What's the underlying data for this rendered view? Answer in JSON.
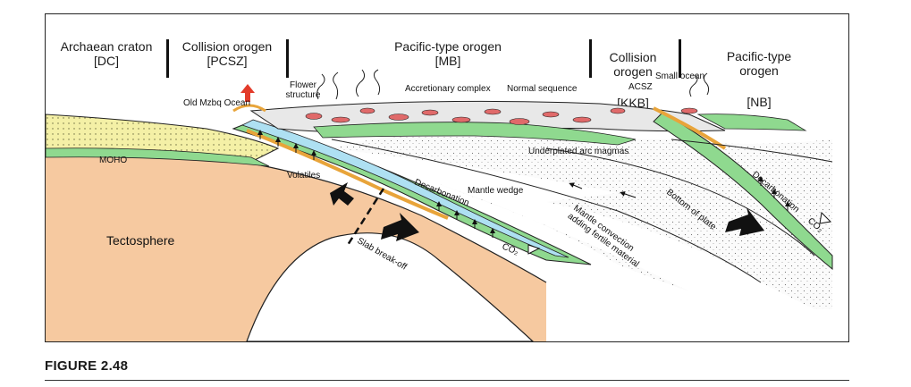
{
  "headers": [
    {
      "title": "Archaean craton",
      "bracket": "[DC]"
    },
    {
      "title": "Collision orogen",
      "bracket": "[PCSZ]"
    },
    {
      "title": "Pacific-type orogen",
      "bracket": "[MB]"
    },
    {
      "title": "Collision\norogen",
      "bracket": "[KKB]"
    },
    {
      "title": "Pacific-type\norogen",
      "bracket": "[NB]"
    }
  ],
  "labels": {
    "old_ocean": "Old Mzbq Ocean",
    "flower_structure": "Flower\nstructure",
    "accretionary_complex": "Accretionary complex",
    "normal_sequence": "Normal sequence",
    "acsz": "ACSZ",
    "small_ocean": "Small ocean",
    "underplated": "Underplated arc magmas",
    "moho": "MOHO",
    "volatiles": "Volatiles",
    "decarbonation_1": "Decarbonation",
    "decarbonation_2": "Decarbonation",
    "mantle_wedge": "Mantle wedge",
    "mantle_convection": "Mantle convection\nadding fertile material",
    "bottom_of_plate": "Bottom of plate",
    "co2_1": "CO₂",
    "co2_2": "CO₂",
    "tectosphere": "Tectosphere",
    "slab_breakoff": "Slab break-off"
  },
  "caption": "FIGURE 2.48",
  "colors": {
    "tectosphere": "#f6c9a0",
    "craton_crust": "#f4f0a6",
    "green_layer": "#8fd98f",
    "blue_layer": "#aee0f2",
    "orange_shear": "#e8a43a",
    "red_bodies": "#e06a6a",
    "uplift_arrow": "#e33b2a"
  }
}
